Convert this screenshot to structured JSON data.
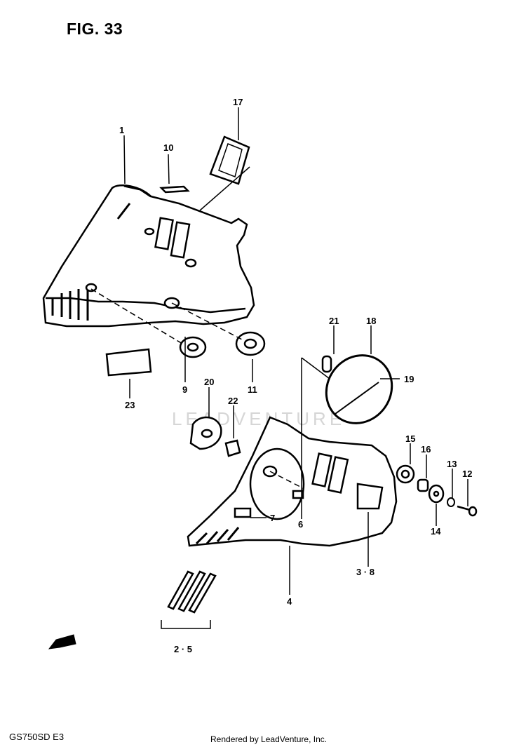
{
  "figure_title": "FIG. 33",
  "model_code": "GS750SD E3",
  "footer_text": "Rendered by LeadVenture, Inc.",
  "watermark_text": "LEADVENTURE",
  "callouts": {
    "c1": "1",
    "c10": "10",
    "c17": "17",
    "c9": "9",
    "c11": "11",
    "c23": "23",
    "c21": "21",
    "c18": "18",
    "c19": "19",
    "c20": "20",
    "c22": "22",
    "c15": "15",
    "c16": "16",
    "c13": "13",
    "c12": "12",
    "c14": "14",
    "c7": "7",
    "c6": "6",
    "c3_8": "3 · 8",
    "c4": "4",
    "c2_5": "2 · 5"
  }
}
